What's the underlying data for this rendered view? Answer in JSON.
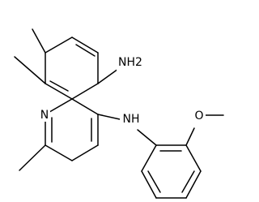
{
  "figure": {
    "atoms": {
      "ring_nitrogen": "N",
      "amine_5": "NH2",
      "amine_4": "NH",
      "methoxy_oxygen": "O"
    }
  }
}
